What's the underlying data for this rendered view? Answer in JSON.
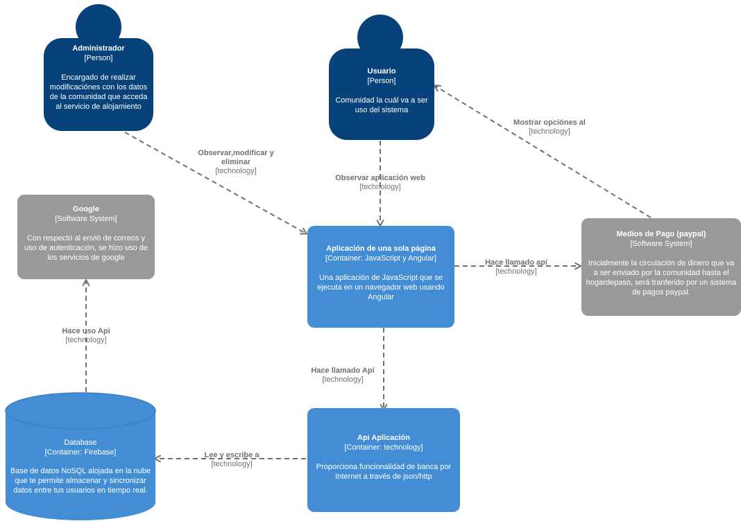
{
  "nodes": {
    "admin": {
      "name": "Administrador",
      "type": "[Person]",
      "description": "Encargado de realizar modificaciónes con los datos de la comunidad que acceda al servicio de alojamiento"
    },
    "usuario": {
      "name": "Usuario",
      "type": "[Person]",
      "description": "Comunidad la cuál va a ser uso del sistema"
    },
    "google": {
      "name": "Google",
      "type": "[Software System]",
      "description": "Con respecto al envió de correos y uso de autenticación, se hizo uso de los servicios de google"
    },
    "spa": {
      "name": "Aplicación de una sola página",
      "type": "[Container: JavaScript y Angular]",
      "description": "Una aplicación de JavaScript que se ejecuta en un navegador web usando Angular"
    },
    "pago": {
      "name": "Medios de Pago (paypal)",
      "type": "[Software System]",
      "description": "Inicialmente la circulación de dinero que va a ser enviado por la comunidad hasta el hogardepaso, será tranferido por un sistema de pagos paypal."
    },
    "database": {
      "name": "Database",
      "type": "[Container: Firebase]",
      "description": "Base de datos NoSQL alojada en la nube que te permite almacenar y sincronizar datos entre tus usuarios en tiempo real."
    },
    "api": {
      "name": "Api Aplicación",
      "type": "[Container: technology]",
      "description": "Proporciona funcionalidad de banca por Internet a través de json/http"
    }
  },
  "edges": {
    "admin_spa": {
      "label": "Observar,modificar y eliminar",
      "tech": "[technology]"
    },
    "usuario_spa": {
      "label": "Observar aplicación web",
      "tech": "[technology]"
    },
    "pago_usuario": {
      "label": "Mostrar opciónes al",
      "tech": "[technology]"
    },
    "spa_pago": {
      "label": "Hace llamado api",
      "tech": "[technology]"
    },
    "spa_api": {
      "label": "Hace llamado Api",
      "tech": "[technology]"
    },
    "db_google": {
      "label": "Hace uso Api",
      "tech": "[technology]"
    },
    "api_db": {
      "label": "Lee y escribe a",
      "tech": "[technology]"
    }
  },
  "colors": {
    "person": "#08427b",
    "container": "#438dd5",
    "external_system": "#999999",
    "edge": "#707070",
    "text": "#ffffff"
  }
}
